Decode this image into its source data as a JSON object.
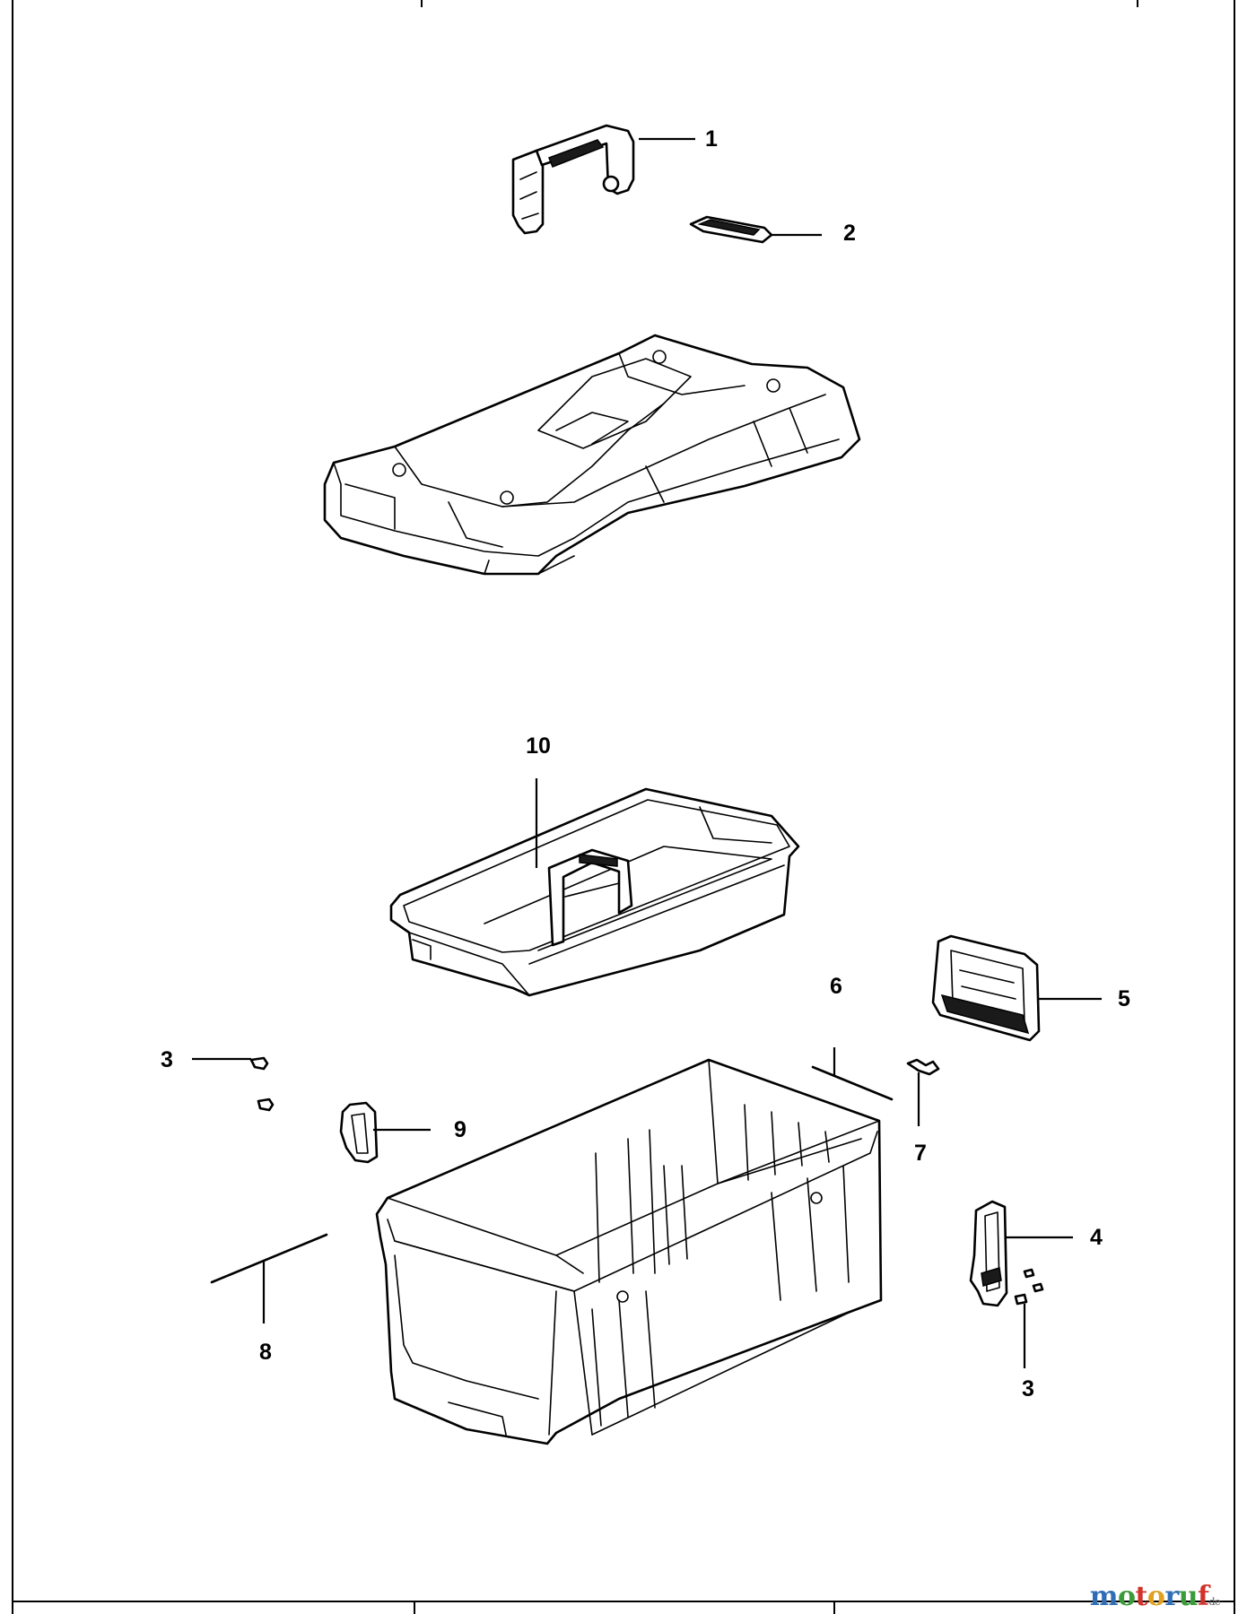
{
  "callouts": [
    {
      "id": "1",
      "label": "1"
    },
    {
      "id": "2",
      "label": "2"
    },
    {
      "id": "3a",
      "label": "3"
    },
    {
      "id": "3b",
      "label": "3"
    },
    {
      "id": "4",
      "label": "4"
    },
    {
      "id": "5",
      "label": "5"
    },
    {
      "id": "6",
      "label": "6"
    },
    {
      "id": "7",
      "label": "7"
    },
    {
      "id": "8",
      "label": "8"
    },
    {
      "id": "9",
      "label": "9"
    },
    {
      "id": "10",
      "label": "10"
    }
  ],
  "watermark": {
    "letters": [
      "m",
      "o",
      "t",
      "o",
      "r",
      "u",
      "f"
    ],
    "tld": "de"
  }
}
